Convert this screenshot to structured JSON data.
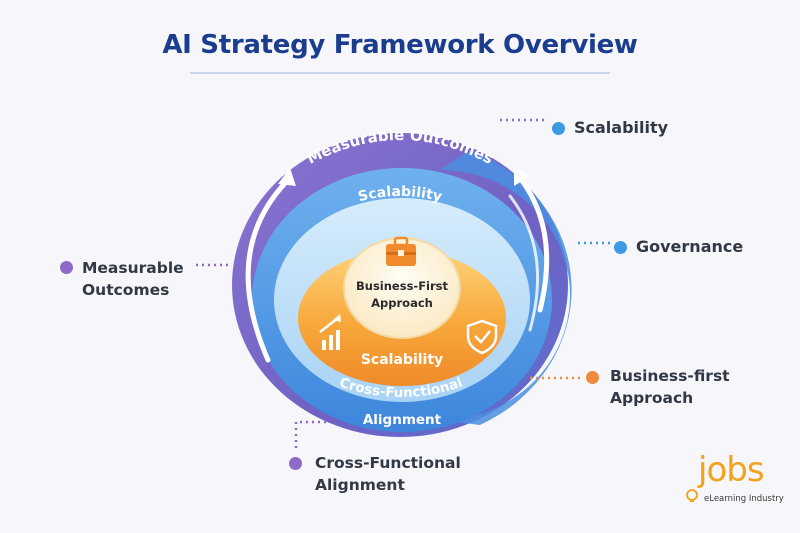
{
  "title": "AI Strategy Framework Overview",
  "rings": {
    "outer_label": "Measurable Outcomes",
    "middle_label": "Scalability",
    "inner_label": "Scalability",
    "bottom_label_line1": "Cross-Functional",
    "bottom_label_line2": "Alignment",
    "core_line1": "Business-First",
    "core_line2": "Approach"
  },
  "callouts": {
    "top_right": "Scalability",
    "right": "Governance",
    "left_line1": "Measurable",
    "left_line2": "Outcomes",
    "bottom_right_line1": "Business-first",
    "bottom_right_line2": "Approach",
    "bottom_left_line1": "Cross-Functional",
    "bottom_left_line2": "Alignment"
  },
  "logo": {
    "wordmark": "jobs",
    "subtitle": "eLearning Industry"
  },
  "colors": {
    "title": "#1a3d8f",
    "purple": "#7b68c8",
    "blue": "#4f8fe0",
    "light_blue": "#8ec3f2",
    "orange": "#f29a2e",
    "core": "#fff6e2",
    "dot_purple": "#8c6bc8",
    "dot_blue": "#3b9be4",
    "dot_orange": "#f08a3c"
  },
  "icons": [
    "briefcase-icon",
    "growth-chart-icon",
    "shield-check-icon",
    "lightbulb-logo-icon"
  ]
}
